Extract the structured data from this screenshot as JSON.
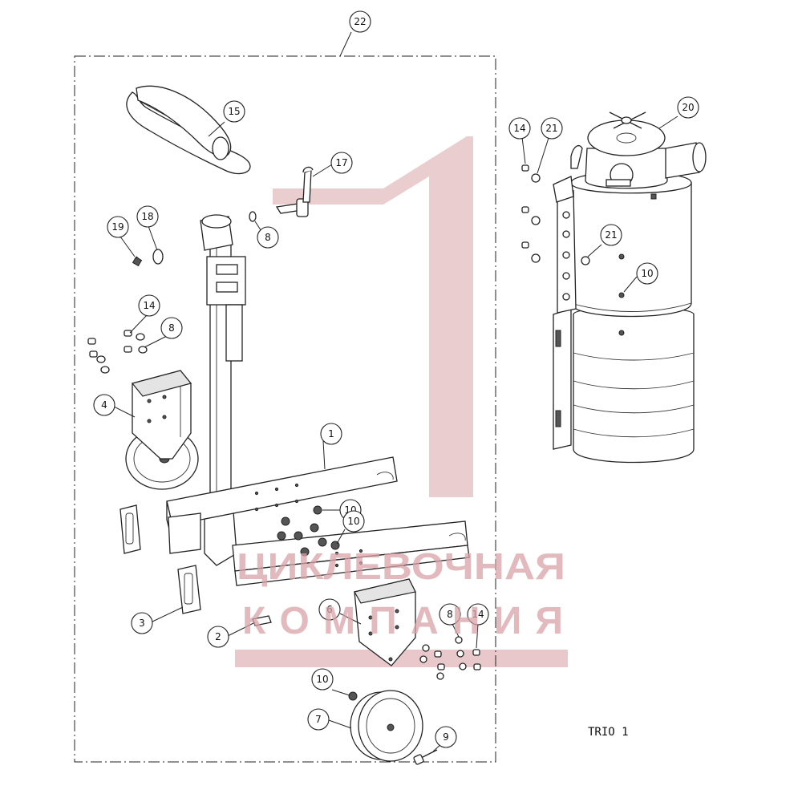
{
  "drawing_id": "TRIO 1",
  "watermark": {
    "numeral": "1",
    "line1": "ЦИКЛЕВОЧНАЯ",
    "line2": "КОМПАНИЯ",
    "color": "#d9a4a8"
  },
  "callouts": [
    {
      "number": "22",
      "part": "assembly-frame"
    },
    {
      "number": "15",
      "part": "hose"
    },
    {
      "number": "17",
      "part": "lever-handle"
    },
    {
      "number": "8",
      "part": "washer"
    },
    {
      "number": "19",
      "part": "screw"
    },
    {
      "number": "18",
      "part": "washer"
    },
    {
      "number": "14",
      "part": "bolt"
    },
    {
      "number": "8",
      "part": "washer"
    },
    {
      "number": "4",
      "part": "front-caster"
    },
    {
      "number": "1",
      "part": "base-frame"
    },
    {
      "number": "10",
      "part": "nut"
    },
    {
      "number": "10",
      "part": "nut"
    },
    {
      "number": "3",
      "part": "bracket-clip"
    },
    {
      "number": "2",
      "part": "plate"
    },
    {
      "number": "6",
      "part": "wheel-bracket"
    },
    {
      "number": "8",
      "part": "washer"
    },
    {
      "number": "14",
      "part": "bolt"
    },
    {
      "number": "10",
      "part": "nut"
    },
    {
      "number": "7",
      "part": "rear-wheel"
    },
    {
      "number": "9",
      "part": "axle-bolt"
    },
    {
      "number": "14",
      "part": "bolt"
    },
    {
      "number": "21",
      "part": "washer"
    },
    {
      "number": "20",
      "part": "vacuum-unit"
    },
    {
      "number": "21",
      "part": "washer"
    },
    {
      "number": "10",
      "part": "nut"
    }
  ]
}
